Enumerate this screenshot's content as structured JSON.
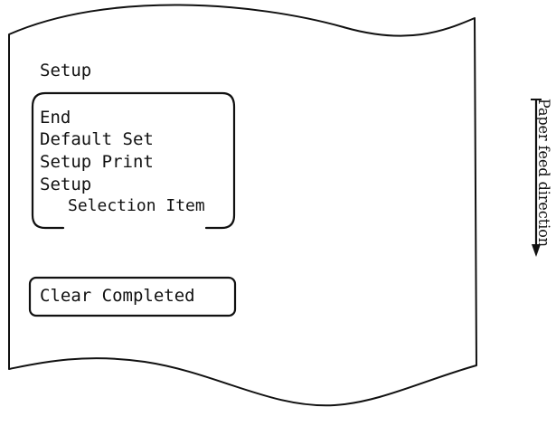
{
  "diagram": {
    "header": "Setup",
    "menu_items": [
      "End",
      "Default Set",
      "Setup Print",
      "Setup"
    ],
    "selection_label": "Selection Item",
    "status_message": "Clear Completed",
    "feed_direction_label": "Paper feed direction"
  }
}
